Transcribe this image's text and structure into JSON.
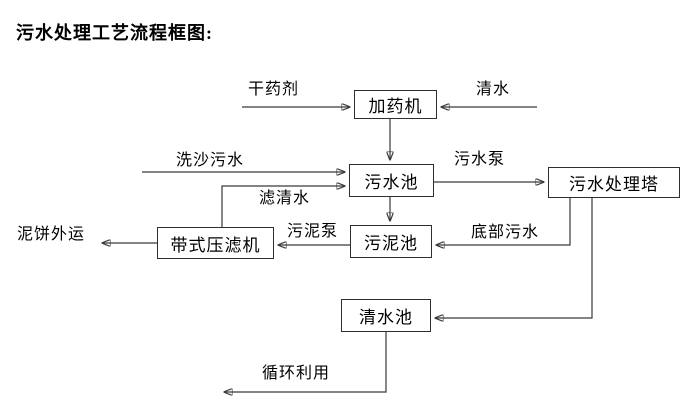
{
  "title": "污水处理工艺流程框图:",
  "diagram": {
    "type": "flowchart",
    "nodes": {
      "dosing_machine": "加药机",
      "sewage_pool": "污水池",
      "treatment_tower": "污水处理塔",
      "belt_filter_press": "带式压滤机",
      "sludge_pool": "污泥池",
      "clean_water_pool": "清水池"
    },
    "edge_labels": {
      "dry_agent": "干药剂",
      "clean_water": "清水",
      "sand_washing_sewage": "洗沙污水",
      "sewage_pump": "污水泵",
      "filtered_water": "滤清水",
      "bottom_sewage": "底部污水",
      "sludge_pump": "污泥泵",
      "mud_cake_out": "泥饼外运",
      "recycle_use": "循环利用"
    },
    "colors": {
      "line": "#3a3a3a",
      "text": "#000000",
      "background": "#ffffff"
    }
  }
}
